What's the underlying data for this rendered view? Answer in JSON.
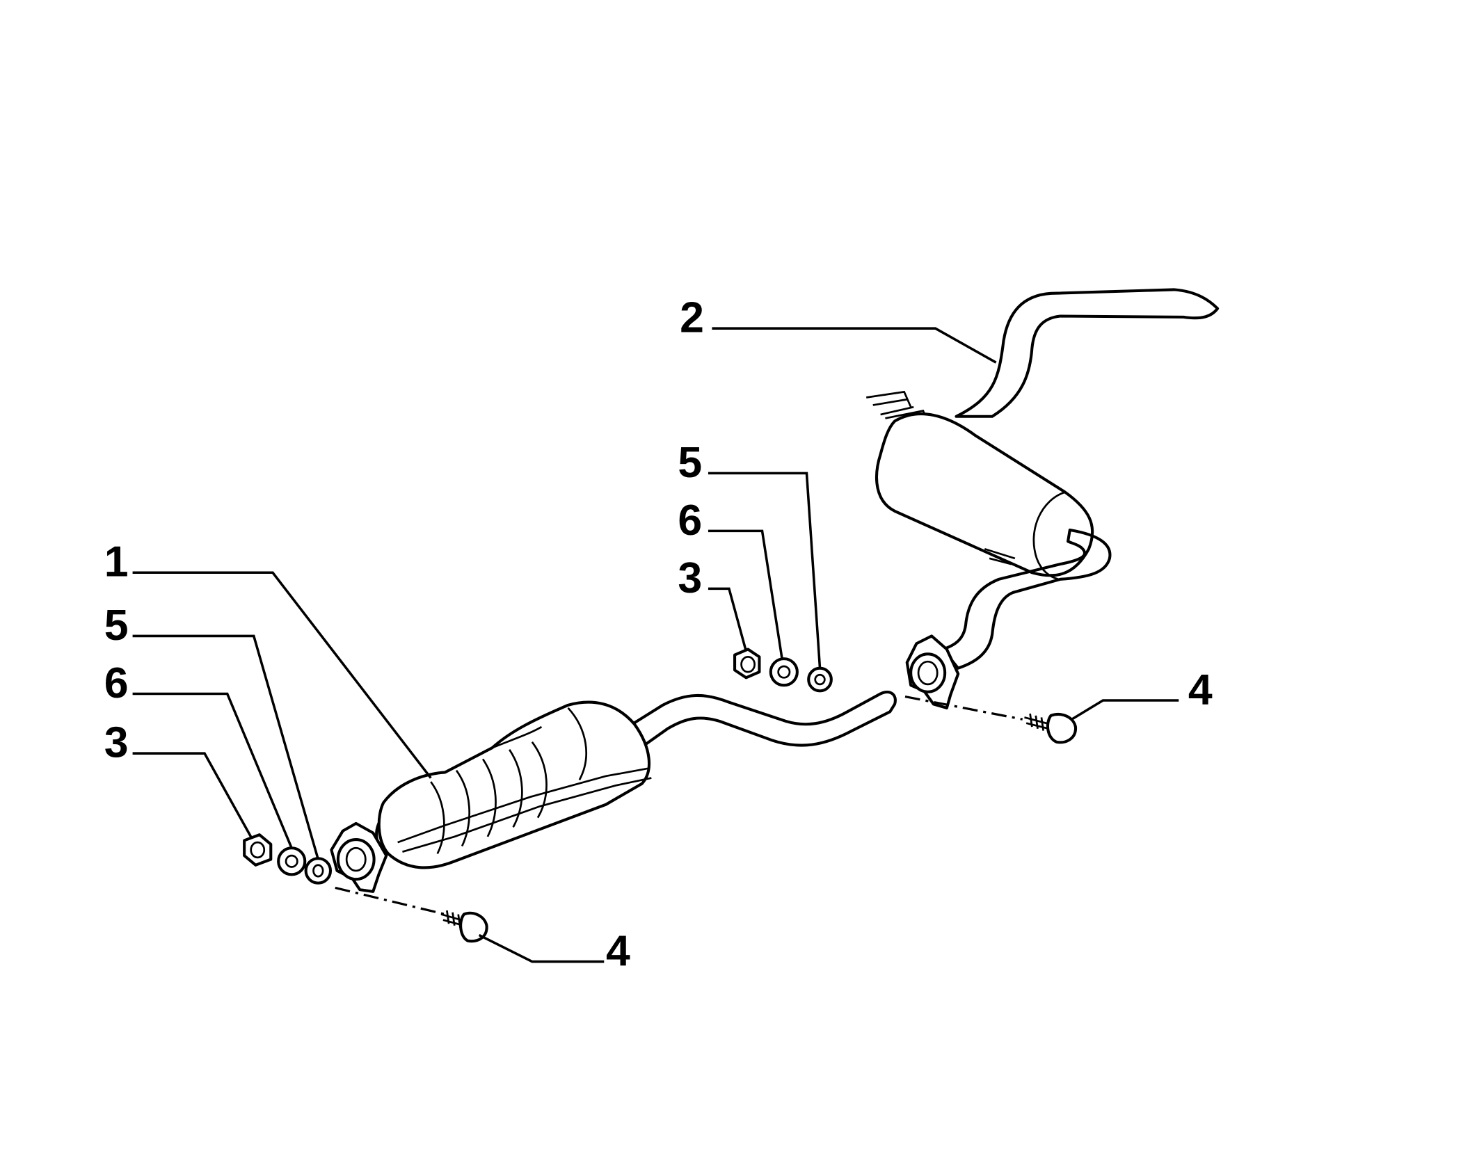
{
  "diagram": {
    "callouts": {
      "front_silencer": "1",
      "rear_silencer": "2",
      "nut_front": "3",
      "bolt_front": "4",
      "washer5_front": "5",
      "washer6_front": "6",
      "nut_mid": "3",
      "bolt_mid": "4",
      "washer5_mid": "5",
      "washer6_mid": "6"
    }
  }
}
